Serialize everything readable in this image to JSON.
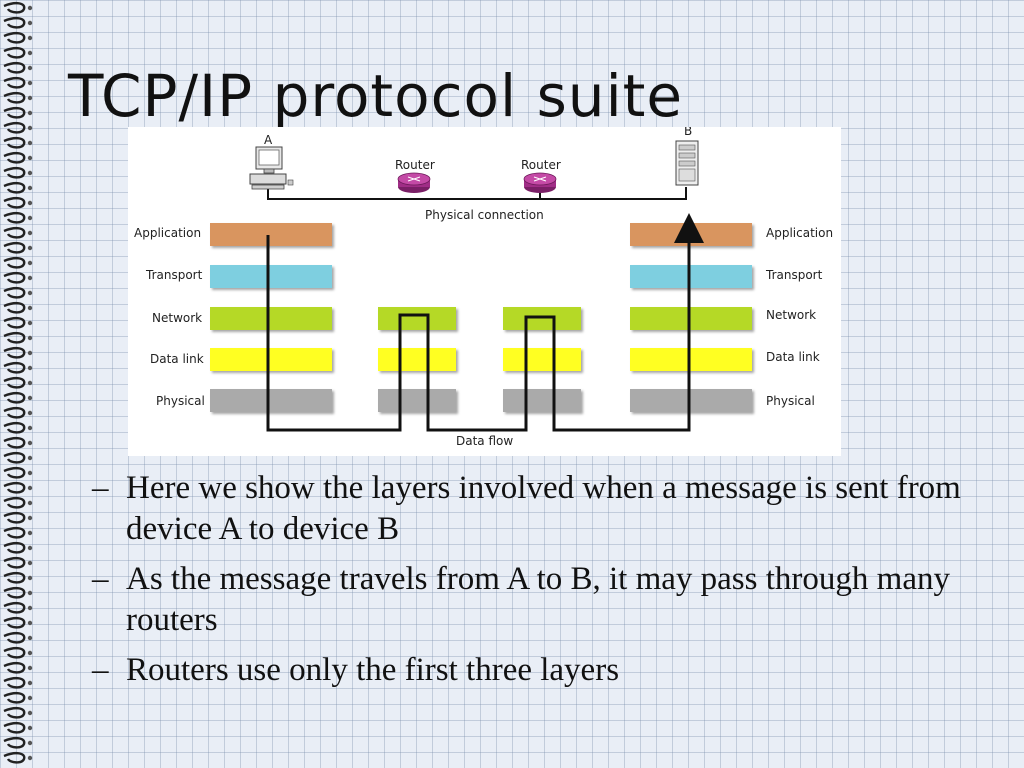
{
  "slide": {
    "title": "TCP/IP protocol suite"
  },
  "diagram": {
    "device_a_label": "A",
    "device_b_label": "B",
    "router_label": "Router",
    "physical_connection_label": "Physical connection",
    "data_flow_label": "Data flow",
    "layers": [
      "Application",
      "Transport",
      "Network",
      "Data link",
      "Physical"
    ],
    "layer_colors": {
      "application": "#d9955e",
      "transport": "#7ecfe0",
      "network": "#b5d927",
      "data_link": "#ffff22",
      "physical": "#aaaaaa"
    },
    "router_color": "#a02d86"
  },
  "bullets": [
    {
      "dash": "–",
      "text": "Here we show the layers involved when a message is sent from device A to device B"
    },
    {
      "dash": "–",
      "text": "As the message travels from A to B, it may pass through many routers"
    },
    {
      "dash": "–",
      "text": "Routers use only the first three layers"
    }
  ]
}
